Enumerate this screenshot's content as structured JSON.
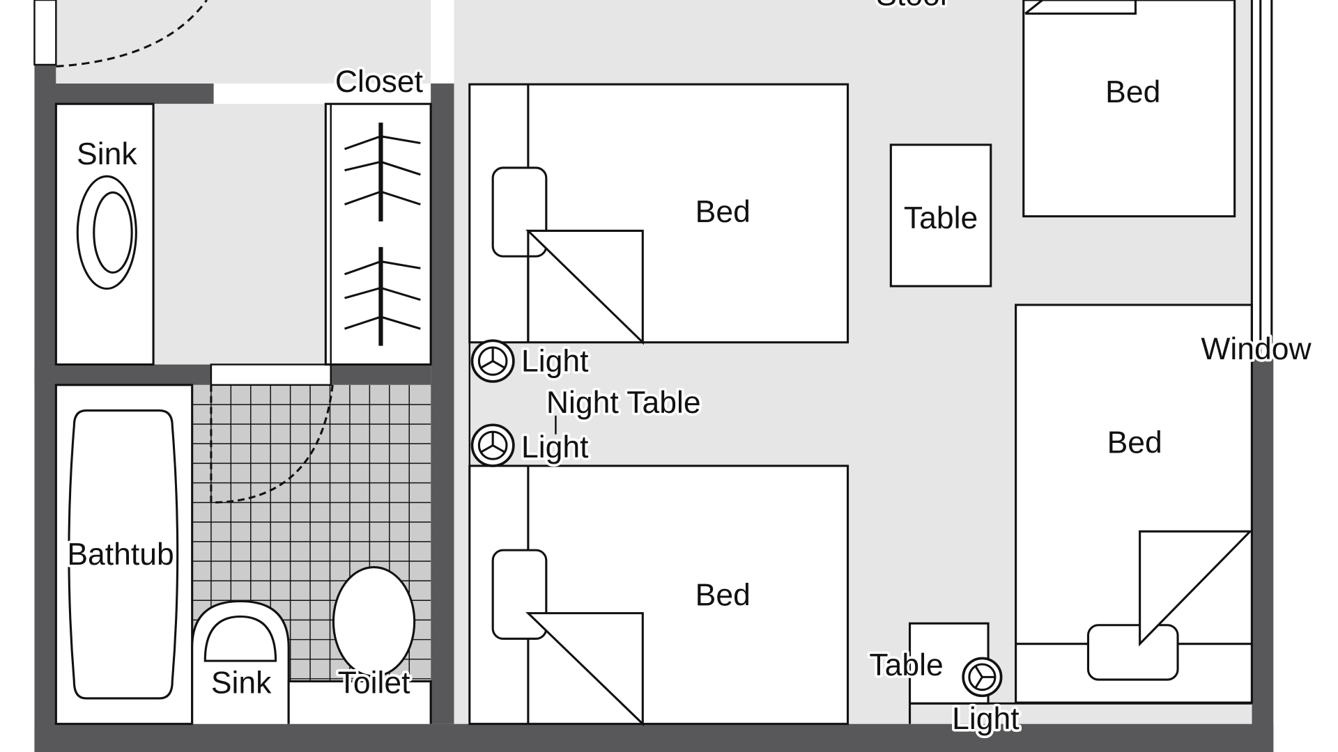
{
  "labels": {
    "stool": "Stool",
    "closet": "Closet",
    "sink_top": "Sink",
    "bed_top_right": "Bed",
    "bed_upper_left": "Bed",
    "table_center": "Table",
    "window": "Window",
    "light_1": "Light",
    "night_table": "Night Table",
    "light_2": "Light",
    "bed_right": "Bed",
    "bathtub": "Bathtub",
    "bed_lower_left": "Bed",
    "table_lower": "Table",
    "sink_bottom": "Sink",
    "toilet": "Toilet",
    "light_3": "Light"
  },
  "colors": {
    "wall": "#58575a",
    "floor": "#e6e6e6",
    "tile": "#cccccc",
    "furniture": "#ffffff",
    "line": "#111111"
  }
}
